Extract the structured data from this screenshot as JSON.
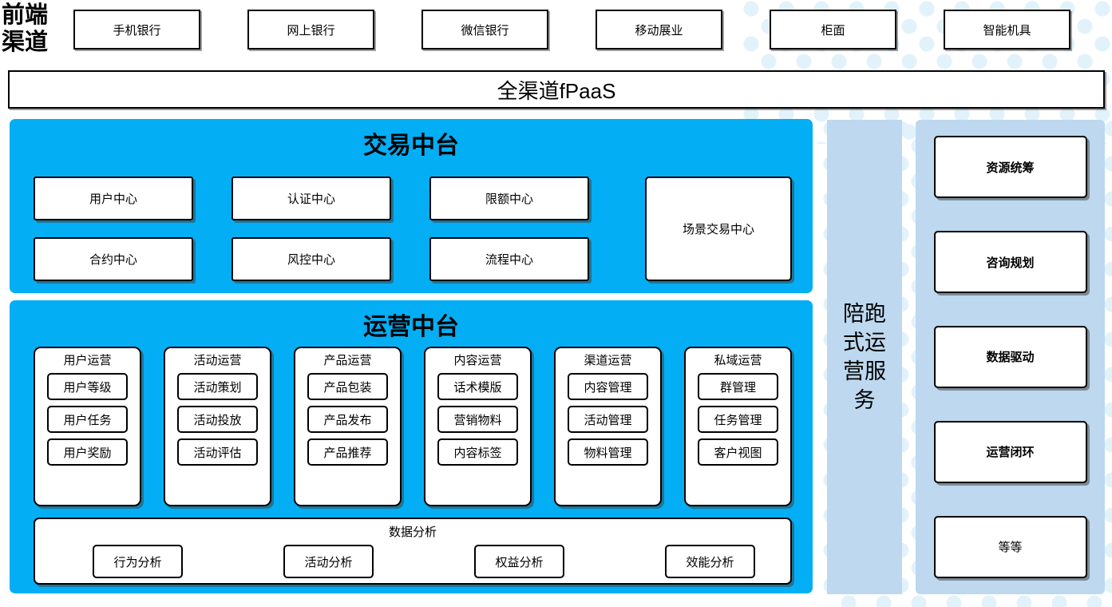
{
  "front_channel": {
    "label": "前端\n渠道",
    "label_line1": "前端",
    "label_line2": "渠道",
    "channels": [
      {
        "label": "手机银行"
      },
      {
        "label": "网上银行"
      },
      {
        "label": "微信银行"
      },
      {
        "label": "移动展业"
      },
      {
        "label": "柜面"
      },
      {
        "label": "智能机具"
      }
    ]
  },
  "fpaas": {
    "label": "全渠道fPaaS"
  },
  "trade_platform": {
    "title": "交易中台",
    "boxes": [
      {
        "label": "用户中心"
      },
      {
        "label": "认证中心"
      },
      {
        "label": "限额中心"
      },
      {
        "label": "合约中心"
      },
      {
        "label": "风控中心"
      },
      {
        "label": "流程中心"
      }
    ],
    "scene_box": {
      "label": "场景交易中心"
    }
  },
  "ops_platform": {
    "title": "运营中台",
    "groups": [
      {
        "title": "用户运营",
        "items": [
          "用户等级",
          "用户任务",
          "用户奖励"
        ]
      },
      {
        "title": "活动运营",
        "items": [
          "活动策划",
          "活动投放",
          "活动评估"
        ]
      },
      {
        "title": "产品运营",
        "items": [
          "产品包装",
          "产品发布",
          "产品推荐"
        ]
      },
      {
        "title": "内容运营",
        "items": [
          "话术模版",
          "营销物料",
          "内容标签"
        ]
      },
      {
        "title": "渠道运营",
        "items": [
          "内容管理",
          "活动管理",
          "物料管理"
        ]
      },
      {
        "title": "私域运营",
        "items": [
          "群管理",
          "任务管理",
          "客户视图"
        ]
      }
    ],
    "data_analysis": {
      "title": "数据分析",
      "items": [
        "行为分析",
        "活动分析",
        "权益分析",
        "效能分析"
      ]
    }
  },
  "service_column": {
    "label": "陪跑式运营服务",
    "cards": [
      {
        "label": "资源统筹",
        "bold": true
      },
      {
        "label": "咨询规划",
        "bold": true
      },
      {
        "label": "数据驱动",
        "bold": true
      },
      {
        "label": "运营闭环",
        "bold": true
      },
      {
        "label": "等等",
        "bold": false
      }
    ]
  },
  "colors": {
    "cyan_panel": "#03aef5",
    "light_blue_panel": "#bdd8ef",
    "dot": "#e2f2fb",
    "border": "#000000",
    "box_fill": "#ffffff"
  }
}
